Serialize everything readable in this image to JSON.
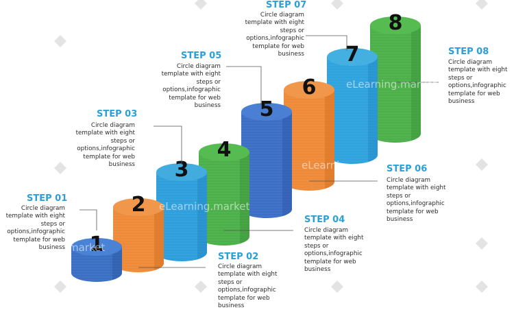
{
  "steps": [
    {
      "number": "1",
      "title": "STEP 01",
      "description": "Circle diagram template with eight steps or options,infographic template for web business",
      "color": "#3a6fc4",
      "dark": "#2a55a0",
      "top": "#4a82d6"
    },
    {
      "number": "2",
      "title": "STEP 02",
      "description": "Circle diagram template with eight steps or options,infographic template for web business",
      "color": "#ee8a38",
      "dark": "#cf6d1f",
      "top": "#f0974c"
    },
    {
      "number": "3",
      "title": "STEP 03",
      "description": "Circle diagram template with eight steps or options,infographic template for web business",
      "color": "#2f9fdc",
      "dark": "#1f82bd",
      "top": "#43acdf"
    },
    {
      "number": "4",
      "title": "STEP 04",
      "description": "Circle diagram template with eight steps or options,infographic template for web business",
      "color": "#4cb04a",
      "dark": "#39903a",
      "top": "#56bb50"
    },
    {
      "number": "5",
      "title": "STEP 05",
      "description": "Circle diagram template with eight steps or options,infographic template for web business",
      "color": "#3d6ec5",
      "dark": "#2b55a3",
      "top": "#4a7fd3"
    },
    {
      "number": "6",
      "title": "STEP 06",
      "description": "Circle diagram template with eight steps or options,infographic template for web business",
      "color": "#ee8a38",
      "dark": "#cf6d1f",
      "top": "#f0974c"
    },
    {
      "number": "7",
      "title": "STEP 07",
      "description": "Circle diagram template with eight steps or options,infographic template for web business",
      "color": "#2fa3de",
      "dark": "#1f86c0",
      "top": "#44b0e2"
    },
    {
      "number": "8",
      "title": "",
      "description": "",
      "color": "#4cb04a",
      "dark": "#39903a",
      "top": "#56bb50"
    },
    {
      "number": "",
      "title": "STEP 08",
      "description": "Circle diagram template with eight steps or options,infographic template for web business",
      "color": "#2a9fd8",
      "dark": "#2a9fd8",
      "top": "#2a9fd8"
    }
  ],
  "watermark": "eLearning.market",
  "watermark_short": "eLearni",
  "watermark_tail": "market",
  "colors": {
    "title": "#2a9fd8",
    "connector": "#555555",
    "text": "#2b2b2b"
  }
}
